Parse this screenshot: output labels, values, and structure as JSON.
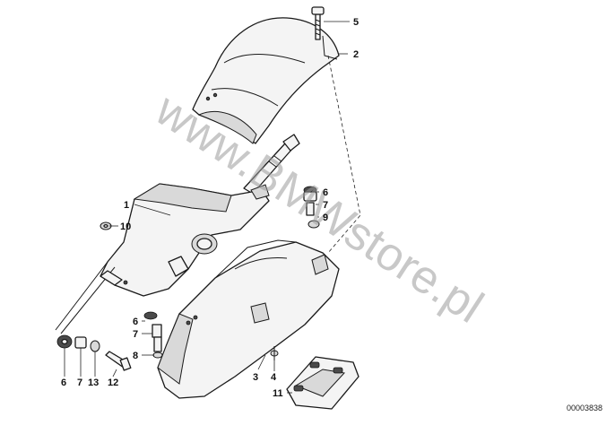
{
  "diagram": {
    "watermark": "www.BMWstore.pl",
    "reference_number": "00003838",
    "callouts": {
      "c1": "1",
      "c2": "2",
      "c3": "3",
      "c4": "4",
      "c5": "5",
      "c6a": "6",
      "c7a": "7",
      "c9": "9",
      "c10": "10",
      "c6b": "6",
      "c7b": "7",
      "c8": "8",
      "c6c": "6",
      "c7c": "7",
      "c13": "13",
      "c12": "12",
      "c11": "11"
    }
  }
}
